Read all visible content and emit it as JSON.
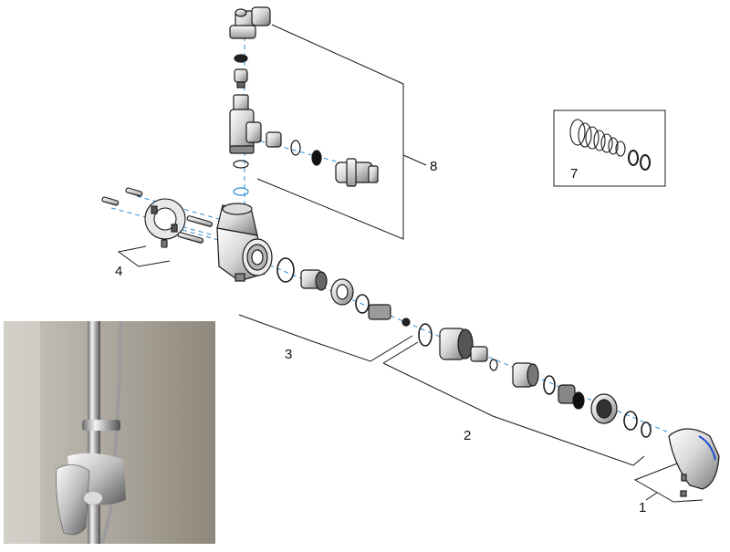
{
  "diagram": {
    "callouts": [
      {
        "id": "1",
        "label": "1"
      },
      {
        "id": "2",
        "label": "2"
      },
      {
        "id": "3",
        "label": "3"
      },
      {
        "id": "4",
        "label": "4"
      },
      {
        "id": "7",
        "label": "7"
      },
      {
        "id": "8",
        "label": "8"
      }
    ],
    "colors": {
      "line": "#1a1a1a",
      "axis_dash": "#2a8fd6",
      "metal_light": "#f2f2f2",
      "metal_mid": "#b9b9b9",
      "metal_dark": "#555555",
      "handle_accent": "#1f4fd1"
    }
  },
  "inset_photo": {
    "icon": "installed-shower-valve-photo"
  }
}
